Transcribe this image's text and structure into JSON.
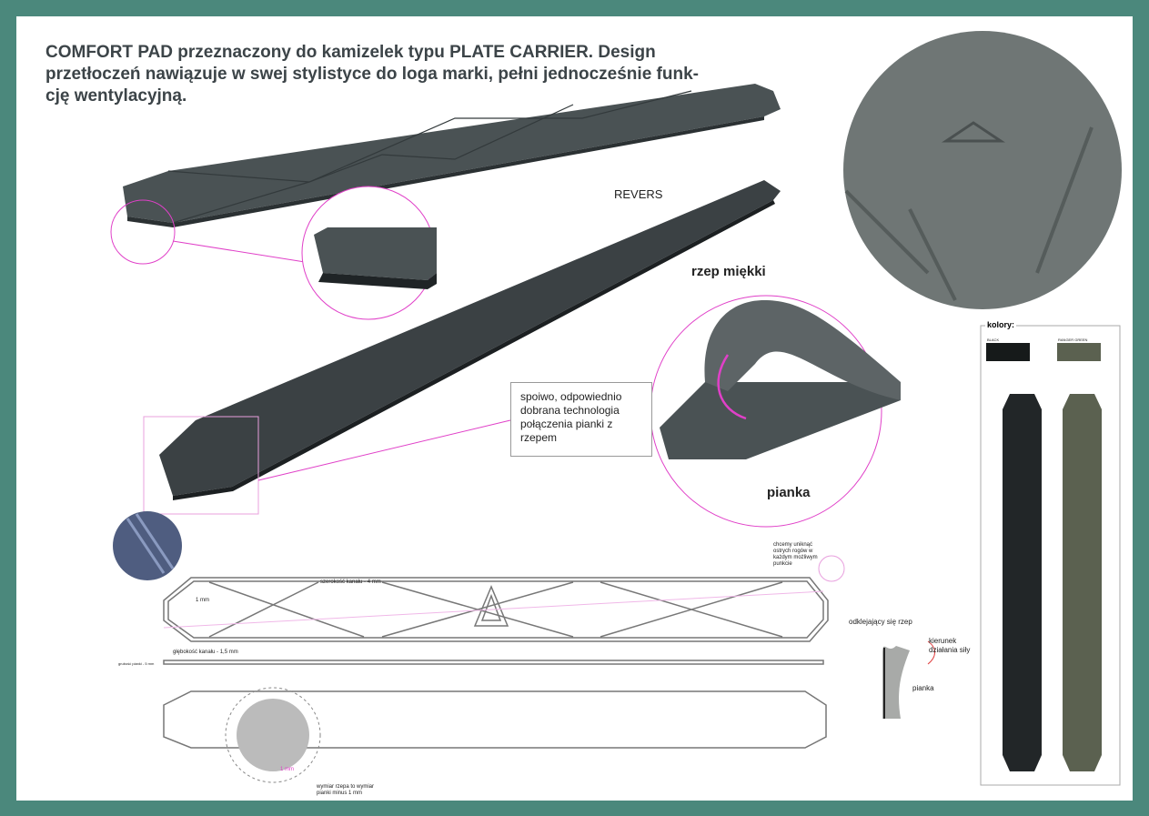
{
  "title": "COMFORT PAD przeznaczony do kamizelek typu  PLATE CARRIER. Design przetłoczeń nawiązuje w swej stylistyce do loga marki, pełni jednocześnie funk-cję wentylacyjną.",
  "labels": {
    "revers": "REVERS",
    "rzep": "rzep miękki",
    "pianka": "pianka",
    "callout": "spoiwo, odpowiednio dobrana technologia połączenia pianki z rzepem"
  },
  "drawing": {
    "channel_width": "szerokość kanału - 4 mm",
    "channel_depth": "głębokość kanału - 1,5 mm",
    "radius": "1 mm",
    "foam_thickness": "grubość pianki - 5 mm",
    "corners_note": "chcemy uniknąć ostrych rogów w każdym możliwym punkcie",
    "velcro_offset": "1 mm",
    "velcro_note": "wymiar rzepa to wymiar pianki minus 1 mm"
  },
  "side": {
    "peeling": "odklejający się rzep",
    "force": "kierunek działania siły",
    "foam": "pianka"
  },
  "colors": {
    "heading": "kolory:",
    "swatches": [
      {
        "name": "BLACK",
        "hex": "#161a1a"
      },
      {
        "name": "RANGER GREEN",
        "hex": "#5b6150"
      }
    ]
  },
  "accent": "#e040c8"
}
